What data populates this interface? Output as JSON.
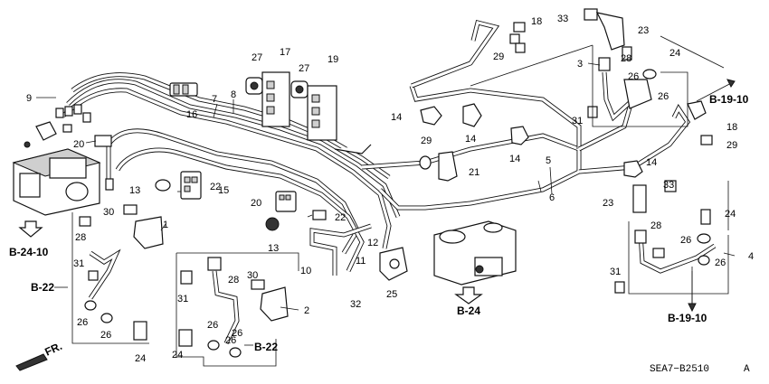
{
  "diagram": {
    "code": "SEA7−B2510",
    "code_suffix": "A",
    "refs": {
      "b_19_10_top": "B-19-10",
      "b_19_10_bottom": "B-19-10",
      "b_24_10": "B-24-10",
      "b_22_left": "B-22",
      "b_22_bottom": "B-22",
      "b_24": "B-24",
      "front": "FR."
    },
    "callouts": {
      "c1": "1",
      "c2": "2",
      "c3": "3",
      "c4": "4",
      "c5": "5",
      "c6": "6",
      "c7": "7",
      "c8": "8",
      "c9": "9",
      "c10": "10",
      "c11": "11",
      "c12": "12",
      "c13a": "13",
      "c13b": "13",
      "c14a": "14",
      "c14b": "14",
      "c14c": "14",
      "c14d": "14",
      "c15": "15",
      "c16": "16",
      "c17": "17",
      "c18a": "18",
      "c18b": "18",
      "c19": "19",
      "c20a": "20",
      "c20b": "20",
      "c21": "21",
      "c22a": "22",
      "c22b": "22",
      "c23a": "23",
      "c23b": "23",
      "c24a": "24",
      "c24b": "24",
      "c24c": "24",
      "c24d": "24",
      "c25": "25",
      "c26a": "26",
      "c26b": "26",
      "c26c": "26",
      "c26d": "26",
      "c26e": "26",
      "c26f": "26",
      "c26g": "26",
      "c26h": "26",
      "c26i": "26",
      "c27a": "27",
      "c27b": "27",
      "c28a": "28",
      "c28b": "28",
      "c28c": "28",
      "c28d": "28",
      "c29a": "29",
      "c29b": "29",
      "c29c": "29",
      "c30a": "30",
      "c30b": "30",
      "c31a": "31",
      "c31b": "31",
      "c31c": "31",
      "c31d": "31",
      "c32": "32",
      "c33a": "33",
      "c33b": "33"
    }
  }
}
